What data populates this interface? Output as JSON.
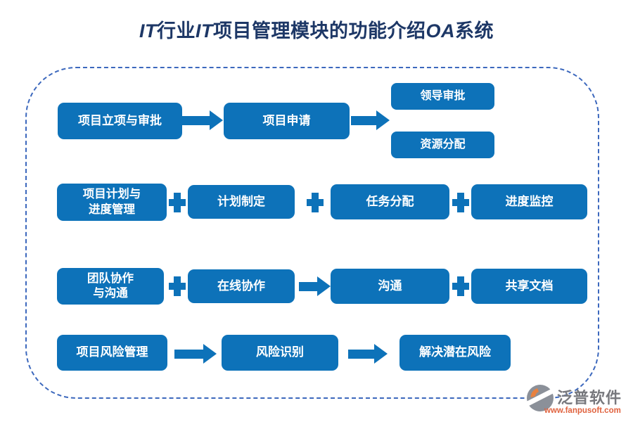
{
  "title": {
    "parts": [
      "IT",
      "行业",
      "IT",
      "项目管理模块的功能介绍",
      "OA",
      "系统"
    ]
  },
  "colors": {
    "box_blue": "#0d72b9",
    "connector_blue": "#0d72b9",
    "frame_dash_blue": "#3c68bd",
    "title_navy": "#1d3766",
    "brand_grey": "#77787d",
    "brand_orange": "#e0623e",
    "box_text": "#ffffff"
  },
  "flow": {
    "row1": {
      "box1": "项目立项与审批",
      "box2": "项目申请",
      "box3": "领导审批",
      "box4": "资源分配"
    },
    "row2": {
      "box1": "项目计划与\n进度管理",
      "box2": "计划制定",
      "box3": "任务分配",
      "box4": "进度监控"
    },
    "row3": {
      "box1": "团队协作\n与沟通",
      "box2": "在线协作",
      "box3": "沟通",
      "box4": "共享文档"
    },
    "row4": {
      "box1": "项目风险管理",
      "box2": "风险识别",
      "box3": "解决潜在风险"
    }
  },
  "logo": {
    "brand": "泛普软件",
    "website": "www.fanpusoft.com"
  }
}
